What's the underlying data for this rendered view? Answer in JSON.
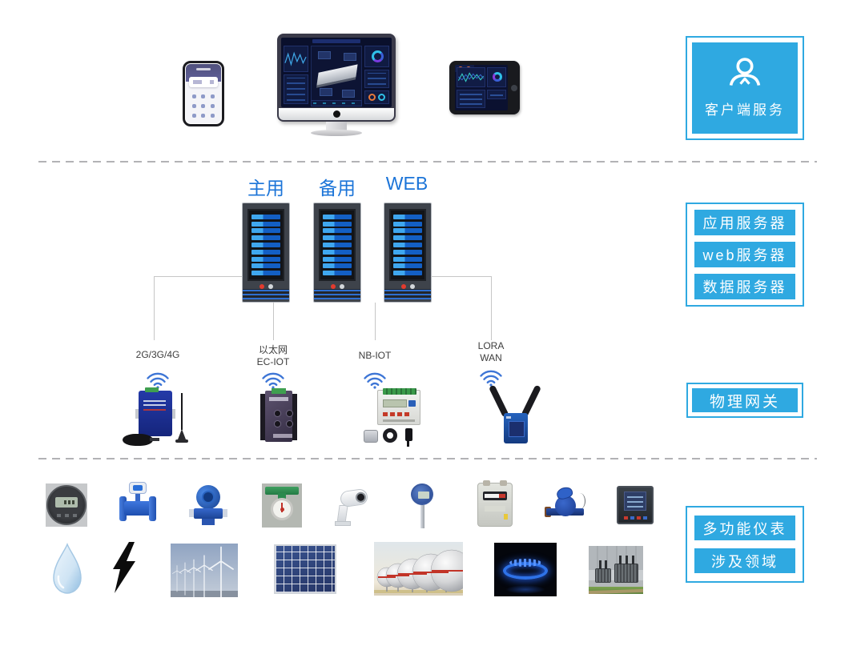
{
  "colors": {
    "accent_blue": "#2FA9E1",
    "heading_blue": "#1B74D8",
    "server_bar_light": "#3FA7EF",
    "server_bar_dark": "#135FC4",
    "wifi_blue": "#3E76D6",
    "dashed_line": "#B2B2B5",
    "connector_line": "#C6C6C6"
  },
  "client_section": {
    "side_label": "客户端服务",
    "side_icon": "user-icon",
    "devices": [
      {
        "name": "mobile-phone-app"
      },
      {
        "name": "desktop-dashboard-monitor"
      },
      {
        "name": "tablet-dashboard"
      }
    ]
  },
  "server_section": {
    "servers": [
      {
        "label": "主用"
      },
      {
        "label": "备用"
      },
      {
        "label": "WEB"
      }
    ],
    "side_labels": [
      {
        "text": "应用服务器"
      },
      {
        "text": "web服务器"
      },
      {
        "text": "数据服务器"
      }
    ]
  },
  "gateway_section": {
    "side_label": "物理网关",
    "networks": [
      {
        "lines": [
          "2G/3G/4G"
        ],
        "icon": "wifi-icon",
        "device": "cellular-dtu-gateway"
      },
      {
        "lines": [
          "以太网",
          "EC-IOT"
        ],
        "icon": "wifi-icon",
        "device": "industrial-ethernet-gateway"
      },
      {
        "lines": [
          "NB-IOT"
        ],
        "icon": "wifi-icon",
        "device": "nbiot-meter-gateway"
      },
      {
        "lines": [
          "LORA",
          "WAN"
        ],
        "icon": "wifi-icon",
        "device": "lora-router-gateway"
      }
    ]
  },
  "bottom_section": {
    "meters_label": "多功能仪表",
    "domains_label": "涉及领域",
    "meter_icons": [
      "round-lcd-meter-icon",
      "electromagnetic-flowmeter-icon",
      "pressure-transmitter-icon",
      "oval-gear-flowmeter-icon",
      "ptz-camera-icon",
      "temperature-transmitter-icon",
      "gas-meter-icon",
      "water-meter-icon",
      "digital-panel-meter-icon"
    ],
    "domain_icons": [
      "water-drop-icon",
      "lightning-bolt-icon",
      "wind-turbines-icon",
      "solar-panel-icon",
      "storage-tanks-icon",
      "gas-flame-icon",
      "power-transformer-icon"
    ]
  }
}
